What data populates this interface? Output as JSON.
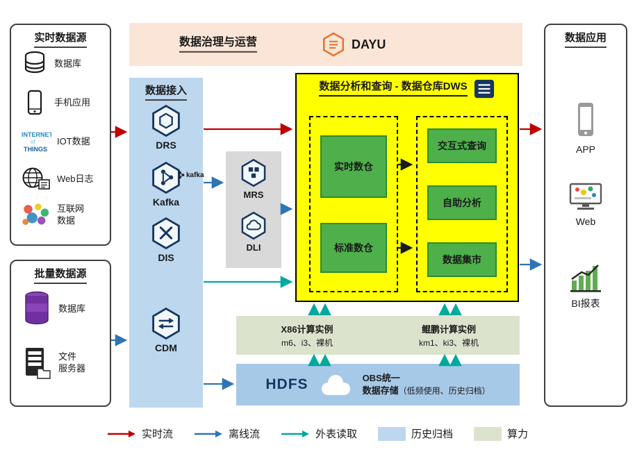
{
  "banner": {
    "title": "数据治理与运营",
    "logo": "DAYU"
  },
  "realtime_sources": {
    "title": "实时数据源",
    "items": [
      {
        "label": "数据库",
        "icon": "database-icon"
      },
      {
        "label": "手机应用",
        "icon": "phone-icon"
      },
      {
        "label": "IOT数据",
        "icon": "iot-icon"
      },
      {
        "label": "Web日志",
        "icon": "web-log-icon"
      },
      {
        "label": "互联网\n数据",
        "icon": "internet-data-icon"
      }
    ]
  },
  "batch_sources": {
    "title": "批量数据源",
    "items": [
      {
        "label": "数据库",
        "icon": "purple-database-icon"
      },
      {
        "label": "文件\n服务器",
        "icon": "file-server-icon"
      }
    ]
  },
  "ingestion": {
    "title": "数据接入",
    "kafka_tag": "kafka",
    "items": [
      {
        "label": "DRS",
        "icon": "drs-icon"
      },
      {
        "label": "Kafka",
        "icon": "kafka-icon"
      },
      {
        "label": "DIS",
        "icon": "dis-icon"
      },
      {
        "label": "CDM",
        "icon": "cdm-icon"
      }
    ]
  },
  "processing": {
    "items": [
      {
        "label": "MRS",
        "icon": "mrs-icon"
      },
      {
        "label": "DLI",
        "icon": "dli-icon"
      }
    ]
  },
  "dws": {
    "title": "数据分析和查询 - 数据仓库DWS",
    "warehouses": [
      {
        "label": "实时数仓"
      },
      {
        "label": "标准数仓"
      }
    ],
    "services": [
      {
        "label": "交互式查询"
      },
      {
        "label": "自助分析"
      },
      {
        "label": "数据集市"
      }
    ]
  },
  "compute": {
    "instances": [
      {
        "title": "X86计算实例",
        "spec": "m6、i3、裸机"
      },
      {
        "title": "鲲鹏计算实例",
        "spec": "km1、ki3、裸机"
      }
    ]
  },
  "storage": {
    "hdfs": "HDFS",
    "obs_line1": "OBS统一",
    "obs_line2": "数据存储",
    "note": "（低频使用、历史归档）"
  },
  "applications": {
    "title": "数据应用",
    "items": [
      {
        "label": "APP",
        "icon": "app-phone-icon"
      },
      {
        "label": "Web",
        "icon": "web-monitor-icon"
      },
      {
        "label": "BI报表",
        "icon": "bi-chart-icon"
      }
    ]
  },
  "legend": {
    "items": [
      {
        "label": "实时流",
        "type": "arrow",
        "color": "#C00000"
      },
      {
        "label": "离线流",
        "type": "arrow",
        "color": "#2E75B6"
      },
      {
        "label": "外表读取",
        "type": "arrow",
        "color": "#00A99D"
      },
      {
        "label": "历史归档",
        "type": "box",
        "color": "#BDD7EE"
      },
      {
        "label": "算力",
        "type": "box",
        "color": "#DCE3CD"
      }
    ]
  },
  "colors": {
    "dws_background": "#FFFF00",
    "green_box": "#4EB04B",
    "ingestion_background": "#BDD7EE",
    "banner_background": "#FBE5D6",
    "storage_background": "#A7C9E8",
    "compute_background": "#DCE3CD"
  }
}
